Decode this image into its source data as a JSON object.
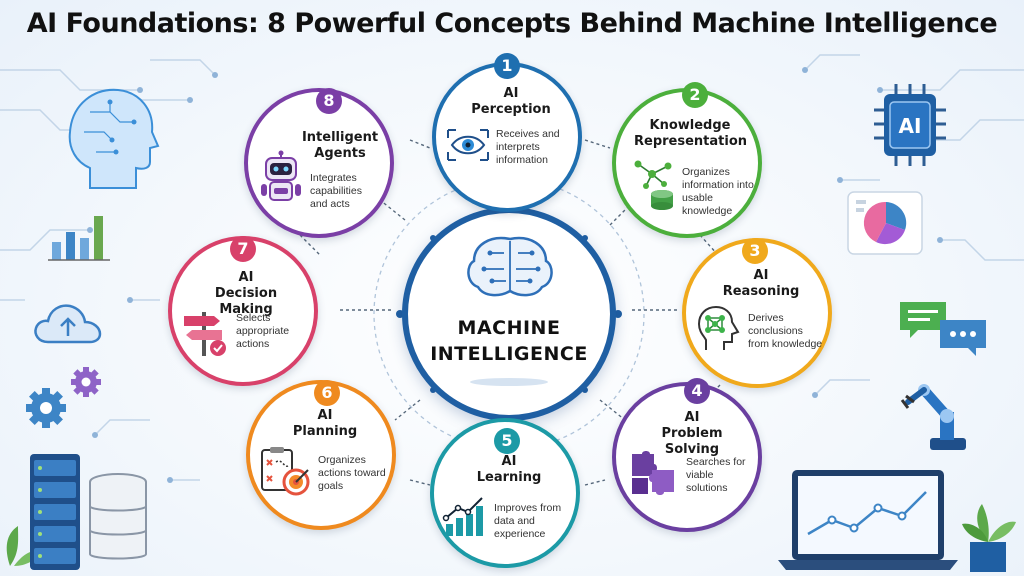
{
  "title": "AI Foundations: 8 Powerful Concepts Behind Machine Intelligence",
  "center": {
    "line1": "MACHINE",
    "line2": "INTELLIGENCE"
  },
  "concepts": [
    {
      "number": "1",
      "title": "AI Perception",
      "title_lines": [
        "AI",
        "Perception"
      ],
      "description": [
        "Receives and",
        "interprets",
        "information"
      ],
      "color": "#1f6fb0",
      "icon": "eye-icon"
    },
    {
      "number": "2",
      "title": "Knowledge Representation",
      "title_lines": [
        "Knowledge",
        "Representation"
      ],
      "description": [
        "Organizes",
        "information into",
        "usable knowledge"
      ],
      "color": "#4caf3c",
      "icon": "knowledge-graph-icon"
    },
    {
      "number": "3",
      "title": "AI Reasoning",
      "title_lines": [
        "AI",
        "Reasoning"
      ],
      "description": [
        "Derives",
        "conclusions",
        "from knowledge"
      ],
      "color": "#f0a91c",
      "icon": "head-network-icon"
    },
    {
      "number": "4",
      "title": "AI Problem Solving",
      "title_lines": [
        "AI",
        "Problem Solving"
      ],
      "description": [
        "Searches for",
        "viable",
        "solutions"
      ],
      "color": "#6a3fa0",
      "icon": "puzzle-icon"
    },
    {
      "number": "5",
      "title": "AI Learning",
      "title_lines": [
        "AI",
        "Learning"
      ],
      "description": [
        "Improves from",
        "data and",
        "experience"
      ],
      "color": "#1c9aa6",
      "icon": "growth-chart-icon"
    },
    {
      "number": "6",
      "title": "AI Planning",
      "title_lines": [
        "AI",
        "Planning"
      ],
      "description": [
        "Organizes",
        "actions toward",
        "goals"
      ],
      "color": "#ef8a1f",
      "icon": "plan-target-icon"
    },
    {
      "number": "7",
      "title": "AI Decision Making",
      "title_lines": [
        "AI",
        "Decision Making"
      ],
      "description": [
        "Selects",
        "appropriate",
        "actions"
      ],
      "color": "#d8416a",
      "icon": "signpost-icon"
    },
    {
      "number": "8",
      "title": "Intelligent Agents",
      "title_lines": [
        "Intelligent",
        "Agents"
      ],
      "description": [
        "Integrates",
        "capabilities",
        "and acts"
      ],
      "color": "#7b3fa6",
      "icon": "robot-icon"
    }
  ],
  "decor": {
    "chip_label": "AI"
  },
  "colors": {
    "center_ring": "#1f5fa3",
    "circuit": "#b9cde3"
  }
}
